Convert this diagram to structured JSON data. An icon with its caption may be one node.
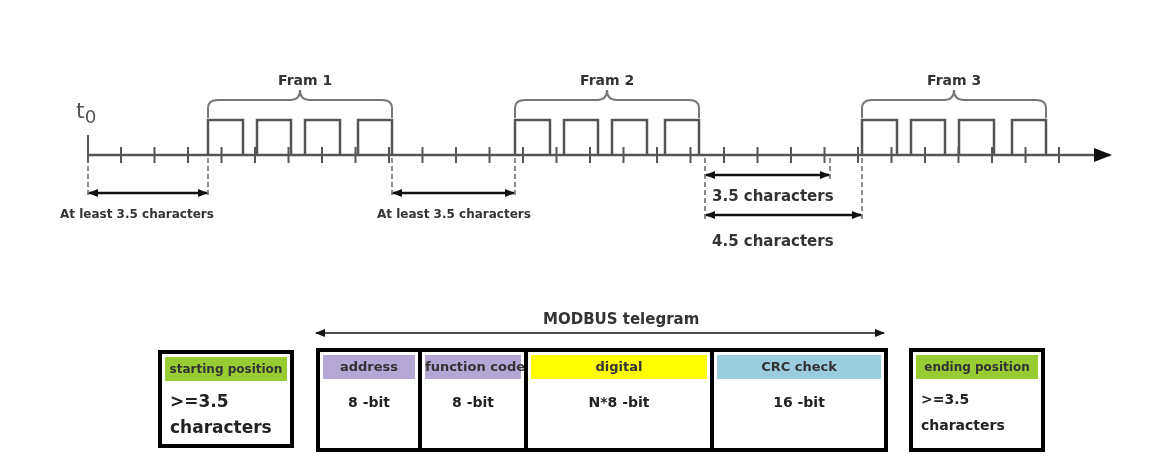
{
  "diagram": {
    "nodes": [
      {
        "text": [
          "starting position",
          ">=3.5 characters"
        ]
      },
      {
        "text": [],
        "shape": "box"
      },
      {
        "text": [
          "address",
          "8 -bit"
        ],
        "in": 1
      },
      {
        "text": [
          "function code",
          "8 -bit"
        ],
        "in": 1
      },
      {
        "text": [
          "digital",
          "N*8 -bit"
        ],
        "in": 1
      },
      {
        "text": [
          "CRC check",
          "16 -bit"
        ],
        "in": 1
      },
      {
        "text": [
          "ending position",
          ">=3.5 characters"
        ]
      }
    ],
    "labels": [
      "t$_{0}$",
      "Fram 1",
      "Fram 2",
      "Fram 3",
      "At least 3.5 characters",
      "At least 3.5 characters",
      "3.5 characters",
      "4.5 characters",
      "MODBUS telegram"
    ]
  }
}
